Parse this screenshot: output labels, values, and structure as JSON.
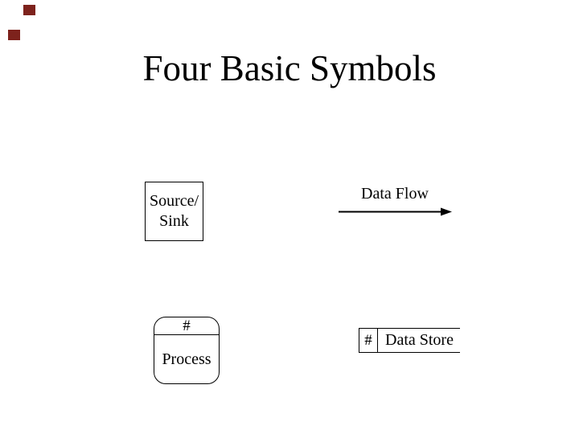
{
  "slide": {
    "title": "Four Basic Symbols",
    "colors": {
      "background": "#ffffff",
      "ink": "#000000",
      "decoration_square": "#7d221c"
    },
    "decoration": {
      "square_count": 2
    },
    "symbols": {
      "source_sink": {
        "label_line1": "Source/",
        "label_line2": "Sink"
      },
      "data_flow": {
        "label": "Data Flow"
      },
      "process": {
        "number_sign": "#",
        "label": "Process"
      },
      "data_store": {
        "number_sign": "#",
        "label": "Data Store"
      }
    }
  }
}
